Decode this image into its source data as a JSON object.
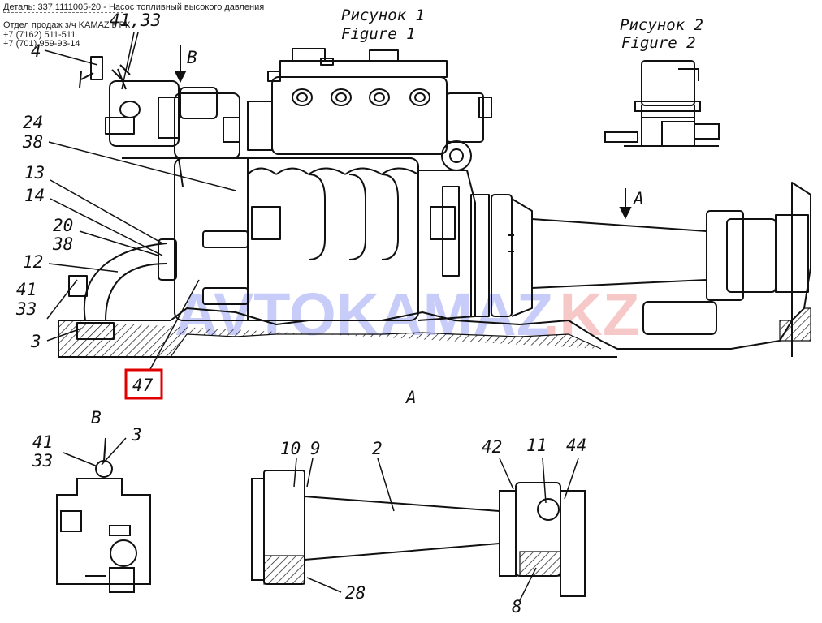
{
  "header": {
    "part_line": "Деталь: 337.1111005-20 - Насос топливный высокого давления",
    "sales_line": "Отдел продаж з/ч KAMAZ в РК",
    "phone_1": "+7 (7162) 511-511",
    "phone_2": "+7 (701) 959-93-14"
  },
  "figures": {
    "fig1_ru": "Рисунок 1",
    "fig1_en": "Figure 1",
    "fig2_ru": "Рисунок 2",
    "fig2_en": "Figure 2"
  },
  "views": {
    "view_b_top": "B",
    "view_a_top": "A",
    "view_a_title": "A",
    "view_b_title": "B"
  },
  "watermark": {
    "main": "AVTOKAMAZ",
    "suffix": ".KZ"
  },
  "callouts": {
    "c_41_33_top": "41,33",
    "c_4": "4",
    "c_24": "24",
    "c_38a": "38",
    "c_13": "13",
    "c_14": "14",
    "c_20": "20",
    "c_38b": "38",
    "c_12": "12",
    "c_41_left": "41",
    "c_33_left": "33",
    "c_3_left": "3",
    "c_47": "47",
    "b_3": "3",
    "b_41": "41",
    "b_33": "33",
    "a_10": "10",
    "a_9": "9",
    "a_2": "2",
    "a_42": "42",
    "a_11": "11",
    "a_44": "44",
    "a_28": "28",
    "a_8": "8"
  },
  "highlight": {
    "color": "#e00000",
    "target": "47"
  },
  "colors": {
    "line": "#111111",
    "watermark_blue": "#c8ccf8",
    "watermark_red": "#f7c8c8"
  }
}
